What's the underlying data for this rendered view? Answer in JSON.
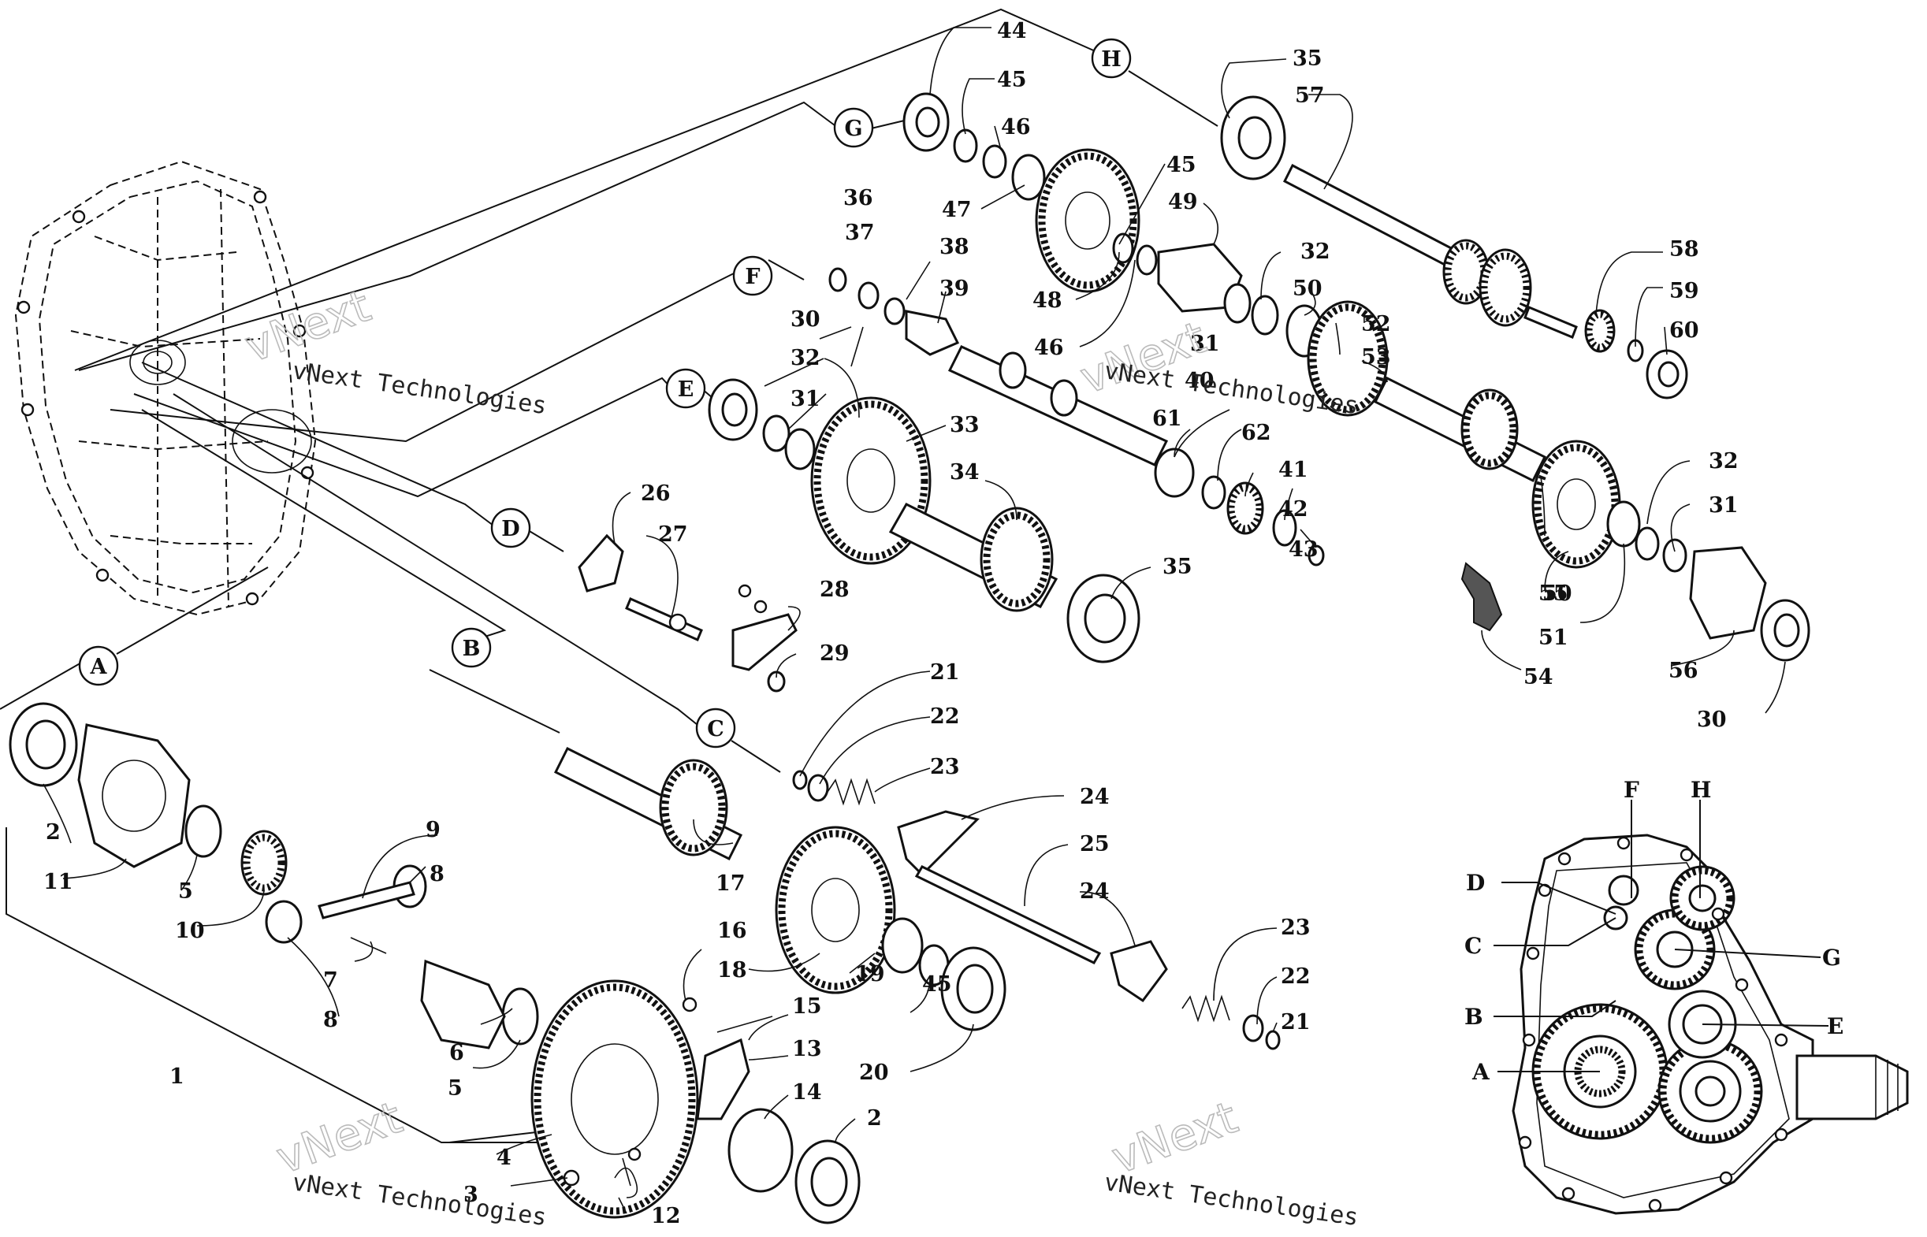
{
  "watermark": {
    "text": "vNext Technologies",
    "logo": "vNext"
  },
  "callout_letters": [
    "A",
    "B",
    "C",
    "D",
    "E",
    "F",
    "G",
    "H"
  ],
  "inset_labels": [
    "A",
    "B",
    "C",
    "D",
    "E",
    "F",
    "G",
    "H"
  ],
  "part_numbers": [
    "1",
    "2",
    "2",
    "3",
    "4",
    "5",
    "5",
    "6",
    "7",
    "8",
    "8",
    "9",
    "10",
    "11",
    "12",
    "13",
    "14",
    "15",
    "16",
    "17",
    "18",
    "19",
    "20",
    "21",
    "21",
    "22",
    "22",
    "23",
    "23",
    "24",
    "24",
    "25",
    "26",
    "27",
    "28",
    "29",
    "30",
    "30",
    "31",
    "31",
    "32",
    "32",
    "32",
    "33",
    "34",
    "35",
    "35",
    "31",
    "36",
    "37",
    "38",
    "39",
    "40",
    "41",
    "42",
    "43",
    "44",
    "45",
    "45",
    "45",
    "46",
    "46",
    "47",
    "48",
    "49",
    "50",
    "50",
    "51",
    "52",
    "53",
    "54",
    "55",
    "56",
    "57",
    "58",
    "59",
    "60",
    "61",
    "62"
  ]
}
